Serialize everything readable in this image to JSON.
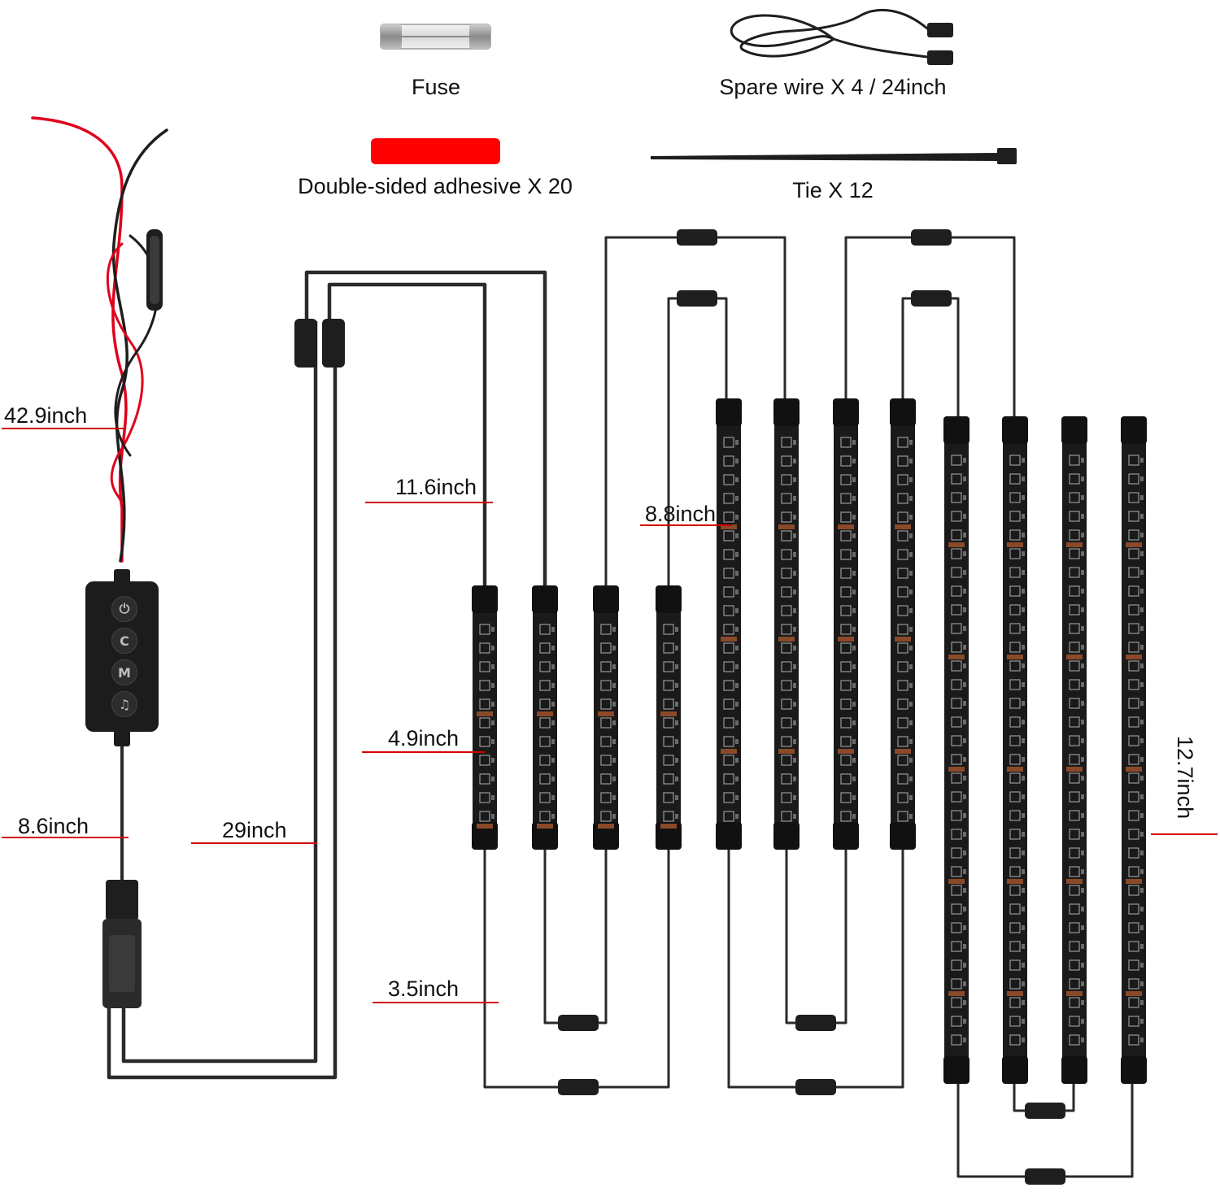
{
  "accessories": {
    "fuse": "Fuse",
    "spare_wire": "Spare wire X 4 / 24inch",
    "adhesive": "Double-sided adhesive X 20",
    "tie": "Tie X 12"
  },
  "measurements": {
    "power_cable": "42.9inch",
    "segment_a": "11.6inch",
    "segment_b": "8.8inch",
    "short_strip": "4.9inch",
    "usb_cable": "8.6inch",
    "main_cable": "29inch",
    "segment_c": "3.5inch",
    "long_strip": "12.7inch"
  },
  "controller_buttons": [
    {
      "icon": "power-icon",
      "glyph": "⏻"
    },
    {
      "icon": "color-icon",
      "glyph": "C"
    },
    {
      "icon": "mode-icon",
      "glyph": "M"
    },
    {
      "icon": "music-icon",
      "glyph": "♫"
    }
  ],
  "colors": {
    "measure_line": "#d40000",
    "adhesive": "#ff0000",
    "strip": "#1a1a1a",
    "wire": "#2a2a2a",
    "power_red": "#e0001b"
  }
}
